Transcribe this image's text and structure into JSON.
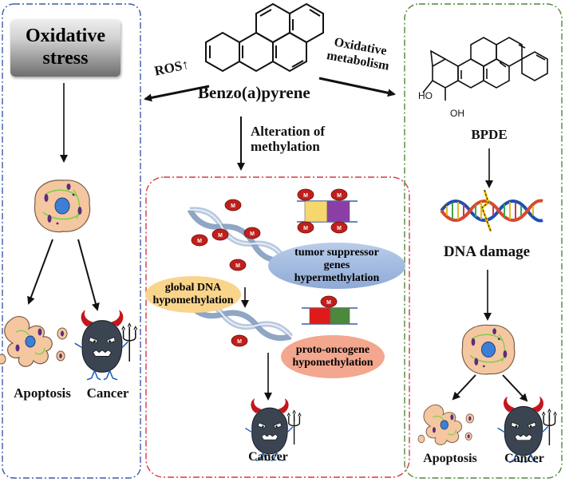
{
  "center": {
    "compound": "Benzo(a)pyrene",
    "ros_label": "ROS↑",
    "oxidative_metabolism": "Oxidative metabolism",
    "alteration_of_methylation": "Alteration of methylation"
  },
  "left_panel": {
    "oxidative_stress": "Oxidative stress",
    "apoptosis": "Apoptosis",
    "cancer": "Cancer"
  },
  "middle_panel": {
    "methyl_mark": "M",
    "tumor_suppressor": "tumor suppressor genes hypermethylation",
    "global_dna": "global DNA hypomethylation",
    "proto_oncogene": "proto-oncogene hypomethylation",
    "cancer": "Cancer"
  },
  "right_panel": {
    "hydroxyl_1": "HO",
    "hydroxyl_2": "OH",
    "bpde": "BPDE",
    "dna_damage": "DNA damage",
    "apoptosis": "Apoptosis",
    "cancer": "Cancer"
  },
  "colors": {
    "left_border": "#3a5da8",
    "middle_border": "#d93a3a",
    "right_border": "#4e8a3a",
    "methyl_red": "#c0201c",
    "cell_fill": "#f4c7a0",
    "devil_body": "#3b4552",
    "horn_red": "#c4161c",
    "pill_blue": "#9fb9df",
    "pill_yellow": "#f9d58c",
    "pill_salmon": "#f2a78e"
  }
}
